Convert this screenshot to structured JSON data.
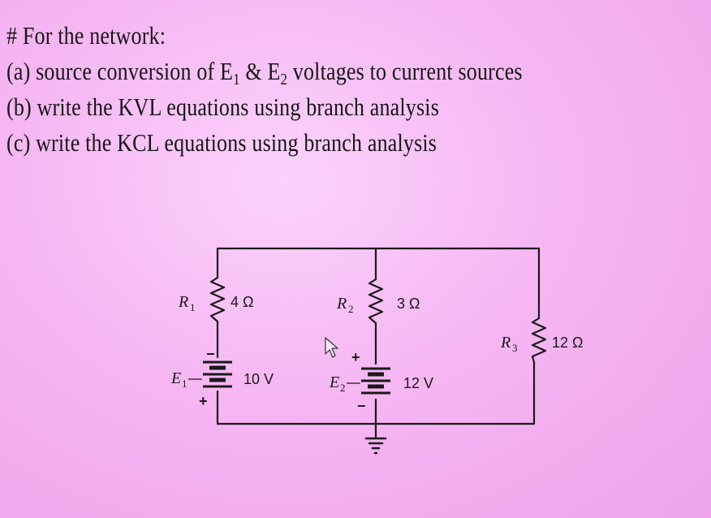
{
  "heading": "# For the network:",
  "parts": {
    "a": {
      "prefix": "(a) source conversion of  E",
      "e1_sub": "1",
      "mid": " & E",
      "e2_sub": "2",
      "suffix": " voltages to current sources"
    },
    "b": "(b) write the KVL equations  using branch analysis",
    "c": "(c) write the KCL equations  using branch analysis"
  },
  "circuit": {
    "r1": {
      "name": "R",
      "sub": "1",
      "value": "4 Ω"
    },
    "r2": {
      "name": "R",
      "sub": "2",
      "value": "3 Ω"
    },
    "r3": {
      "name": "R",
      "sub": "3",
      "value": "12 Ω"
    },
    "e1": {
      "name": "E",
      "sub": "1",
      "value": "10 V",
      "top_polarity": "−",
      "bottom_polarity": "+"
    },
    "e2": {
      "name": "E",
      "sub": "2",
      "value": "12 V",
      "top_polarity": "+",
      "bottom_polarity": "−"
    }
  }
}
